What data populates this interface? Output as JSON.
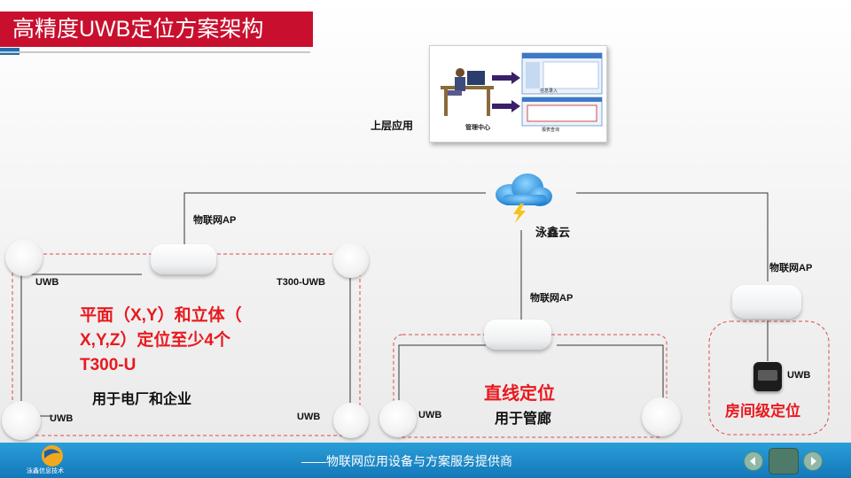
{
  "title": "高精度UWB定位方案架构",
  "top": {
    "label": "上层应用",
    "screen_caption_1": "信息录入",
    "screen_caption_2": "报表查询",
    "center_caption": "管理中心"
  },
  "cloud": {
    "label": "泳鑫云"
  },
  "left_zone": {
    "ap_label": "物联网AP",
    "uwb_top_left": "UWB",
    "uwb_top_right": "T300-UWB",
    "uwb_bottom_left": "UWB",
    "uwb_bottom_right": "UWB",
    "headline_1": "平面（X,Y）和立体（",
    "headline_2": "X,Y,Z）定位至少4个",
    "headline_3": "T300-U",
    "sub": "用于电厂和企业"
  },
  "middle_zone": {
    "ap_label": "物联网AP",
    "uwb_left": "UWB",
    "headline": "直线定位",
    "sub": "用于管廊"
  },
  "right_zone": {
    "ap_label": "物联网AP",
    "uwb_label": "UWB",
    "headline": "房间级定位"
  },
  "footer": {
    "slogan": "——物联网应用设备与方案服务提供商",
    "logo_text": "泳鑫信息技术"
  },
  "colors": {
    "title_red": "#c8102e",
    "accent_red": "#e8191f",
    "footer_blue": "#1a86c6"
  },
  "icons": [
    "cloud-icon",
    "prev-arrow-icon",
    "next-arrow-icon",
    "home-icon",
    "logo-icon"
  ]
}
